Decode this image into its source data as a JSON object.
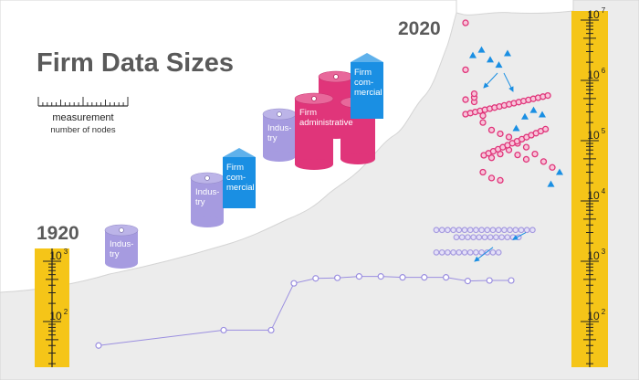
{
  "chart_data": {
    "type": "scatter",
    "title": "Firm Data Sizes",
    "legend": {
      "label": "measurement",
      "sublabel": "number of nodes"
    },
    "year_start": "1920",
    "year_end": "2020",
    "y_scale": "log",
    "left_axis": {
      "ticks": [
        100,
        1000
      ],
      "tick_labels": [
        "10",
        "10"
      ],
      "tick_exps": [
        "2",
        "3"
      ]
    },
    "right_axis": {
      "ticks": [
        100,
        1000,
        10000,
        100000,
        1000000,
        10000000
      ],
      "tick_labels": [
        "10",
        "10",
        "10",
        "10",
        "10",
        "10"
      ],
      "tick_exps": [
        "2",
        "3",
        "4",
        "5",
        "6",
        "7"
      ]
    },
    "colors": {
      "gold": "#F5C518",
      "industry": "#A69BE0",
      "administrative": "#E0357A",
      "commercial": "#1A8FE3",
      "background": "#ECECEC",
      "text": "#555555"
    },
    "trend_series": {
      "name": "",
      "color": "#9B8FE0",
      "values": [
        40,
        72,
        72,
        430,
        520,
        530,
        560,
        560,
        540,
        540,
        540,
        470,
        480,
        480
      ]
    },
    "stacks": [
      {
        "kind": "industry",
        "label": "Indus-try"
      },
      {
        "kind": "industry",
        "label": "Indus-try"
      },
      {
        "kind": "commercial",
        "label": "Firm com-mercial"
      },
      {
        "kind": "industry",
        "label": "Indus-try"
      },
      {
        "kind": "administrative",
        "label": "Firm administrative"
      },
      {
        "kind": "commercial",
        "label": "Firm com-mercial"
      }
    ],
    "clusters": {
      "administrative_points": [
        [
          0,
          9000000
        ],
        [
          0,
          1500000
        ],
        [
          0,
          480000
        ],
        [
          1,
          440000
        ],
        [
          1,
          520000
        ],
        [
          1,
          600000
        ],
        [
          2,
          260000
        ],
        [
          2,
          200000
        ],
        [
          3,
          150000
        ],
        [
          4,
          130000
        ],
        [
          5,
          115000
        ],
        [
          6,
          90000
        ],
        [
          7,
          78000
        ],
        [
          8,
          60000
        ],
        [
          9,
          45000
        ],
        [
          10,
          36000
        ],
        [
          3,
          52000
        ],
        [
          4,
          60000
        ],
        [
          5,
          70000
        ],
        [
          6,
          58000
        ],
        [
          7,
          49000
        ],
        [
          2,
          30000
        ],
        [
          3,
          24000
        ],
        [
          4,
          22000
        ]
      ],
      "commercial_points": [
        [
          0,
          2600000
        ],
        [
          1,
          3200000
        ],
        [
          2,
          2200000
        ],
        [
          3,
          1800000
        ],
        [
          4,
          2800000
        ],
        [
          5,
          160000
        ],
        [
          6,
          250000
        ],
        [
          7,
          320000
        ],
        [
          8,
          270000
        ],
        [
          9,
          19000
        ],
        [
          10,
          30000
        ]
      ],
      "industry_points": [
        [
          0,
          3300
        ],
        [
          1,
          3300
        ],
        [
          2,
          3300
        ],
        [
          3,
          3300
        ],
        [
          4,
          3300
        ],
        [
          5,
          3300
        ],
        [
          0,
          2500
        ],
        [
          1,
          2500
        ],
        [
          2,
          2500
        ],
        [
          3,
          2500
        ],
        [
          4,
          2500
        ],
        [
          0,
          1400
        ],
        [
          1,
          1400
        ],
        [
          2,
          1400
        ],
        [
          3,
          1400
        ],
        [
          4,
          1400
        ],
        [
          5,
          1400
        ]
      ]
    }
  }
}
